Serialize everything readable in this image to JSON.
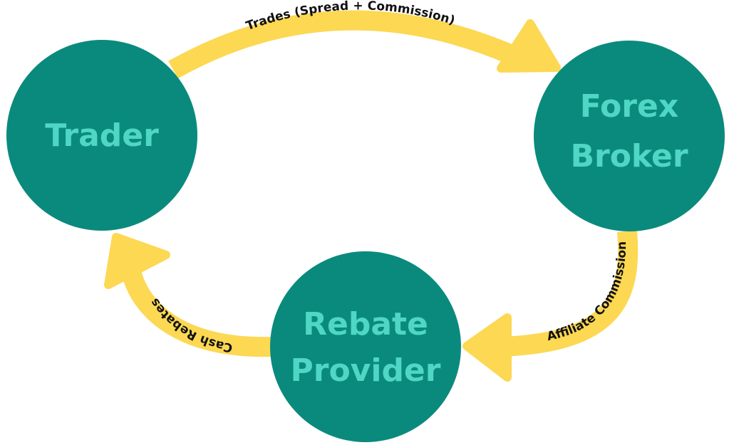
{
  "colors": {
    "node_fill": "#0a8a7d",
    "node_text": "#4fd6c4",
    "arrow": "#fcd853",
    "label": "#111111",
    "background": "#ffffff"
  },
  "nodes": {
    "trader": {
      "line1": "Trader"
    },
    "broker": {
      "line1": "Forex",
      "line2": "Broker"
    },
    "rebate": {
      "line1": "Rebate",
      "line2": "Provider"
    }
  },
  "edges": {
    "trader_to_broker": {
      "label": "Trades (Spread + Commission)",
      "from": "Trader",
      "to": "Forex Broker"
    },
    "broker_to_rebate": {
      "label": "Affiliate Commission",
      "from": "Forex Broker",
      "to": "Rebate Provider"
    },
    "rebate_to_trader": {
      "label": "Cash Rebates",
      "from": "Rebate Provider",
      "to": "Trader"
    }
  }
}
